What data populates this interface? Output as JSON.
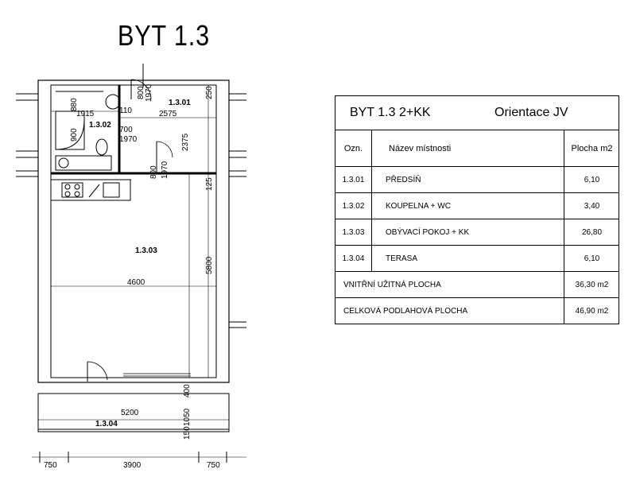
{
  "plan": {
    "title": "BYT 1.3",
    "rooms": [
      {
        "code": "1.3.01"
      },
      {
        "code": "1.3.02"
      },
      {
        "code": "1.3.03"
      },
      {
        "code": "1.3.04"
      }
    ],
    "dims": {
      "d250": "250",
      "d2375": "2375",
      "d125": "125",
      "d5800": "5800",
      "d400": "400",
      "d1050": "1050",
      "d150": "150",
      "d1915": "1915",
      "d2575": "2575",
      "d4600": "4600",
      "d5200": "5200",
      "d750a": "750",
      "d3900": "3900",
      "d750b": "750",
      "d880": "880",
      "d900": "900",
      "door_800": "800",
      "door_1970a": "1970",
      "door_700": "700",
      "door_1970b": "1970",
      "door_800b": "800",
      "door_1970c": "1970",
      "door_110": "110"
    }
  },
  "table": {
    "header_left": "BYT 1.3  2+KK",
    "header_right": "Orientace JV",
    "col_code": "Ozn.",
    "col_name": "Název místnosti",
    "col_area": "Plocha m2",
    "rows": [
      {
        "code": "1.3.01",
        "name": "PŘEDSÍŇ",
        "area": "6,10"
      },
      {
        "code": "1.3.02",
        "name": "KOUPELNA + WC",
        "area": "3,40"
      },
      {
        "code": "1.3.03",
        "name": "OBÝVACÍ POKOJ + KK",
        "area": "26,80"
      },
      {
        "code": "1.3.04",
        "name": "TERASA",
        "area": "6,10"
      }
    ],
    "sum_inner_label": "VNITŘNÍ UŽITNÁ PLOCHA",
    "sum_inner_value": "36,30 m2",
    "sum_total_label": "CELKOVÁ PODLAHOVÁ PLOCHA",
    "sum_total_value": "46,90 m2"
  }
}
